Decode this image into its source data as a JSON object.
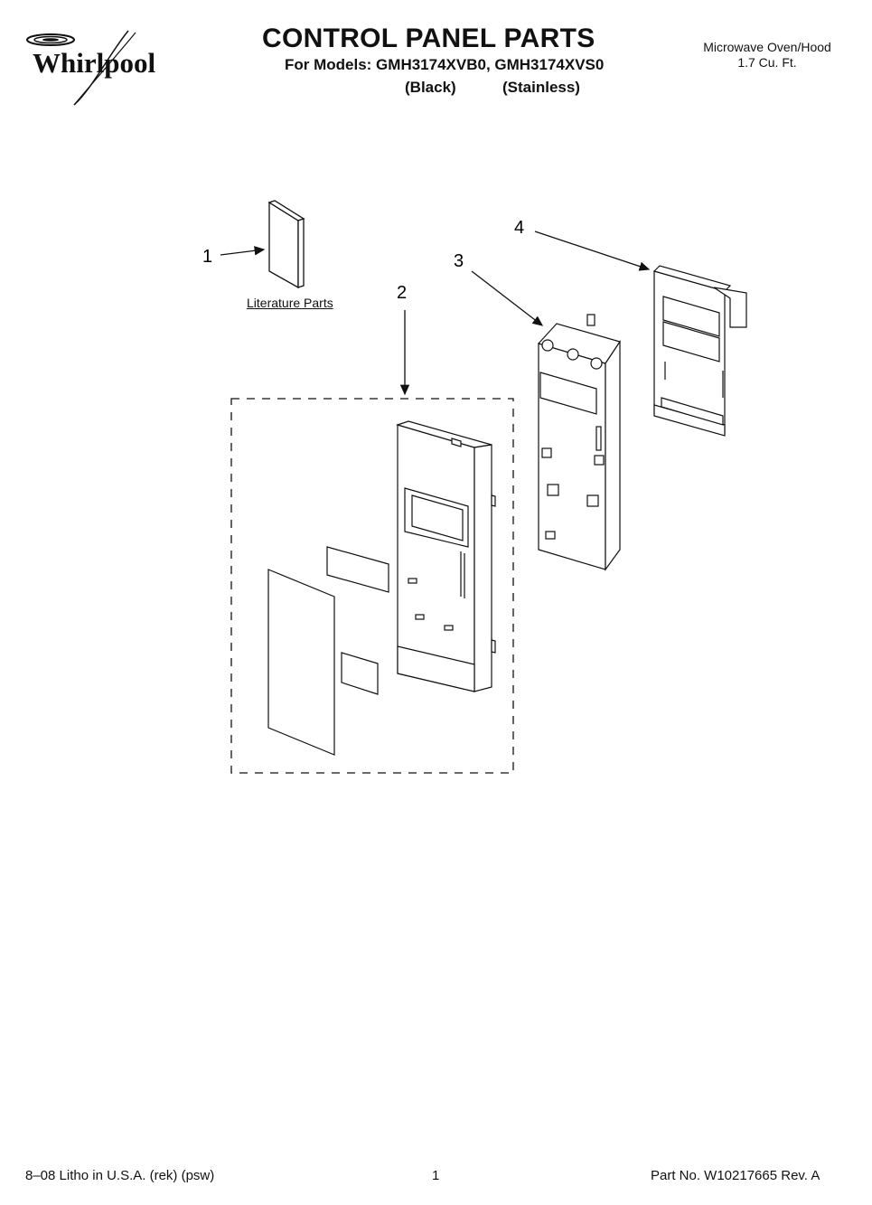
{
  "header": {
    "brand": "Whirlpool",
    "title": "CONTROL PANEL PARTS",
    "models_line": "For Models: GMH3174XVB0, GMH3174XVS0",
    "variant_black": "(Black)",
    "variant_stainless": "(Stainless)",
    "product_type": "Microwave Oven/Hood",
    "capacity": "1.7 Cu. Ft."
  },
  "diagram": {
    "callouts": [
      "1",
      "2",
      "3",
      "4"
    ],
    "literature_label": "Literature Parts"
  },
  "footer": {
    "print_info": "8–08 Litho in U.S.A. (rek) (psw)",
    "page_number": "1",
    "part_number": "Part No. W10217665 Rev. A"
  }
}
